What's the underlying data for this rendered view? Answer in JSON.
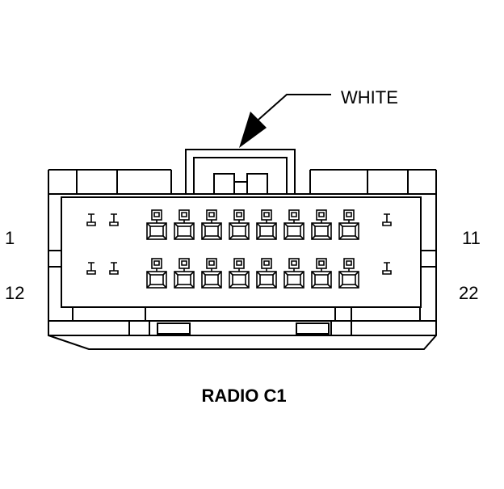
{
  "diagram": {
    "color_label": "WHITE",
    "title": "RADIO C1",
    "pin_labels": {
      "top_left": "1",
      "top_right": "11",
      "bottom_left": "12",
      "bottom_right": "22"
    },
    "line_color": "#000000",
    "background": "#ffffff"
  }
}
